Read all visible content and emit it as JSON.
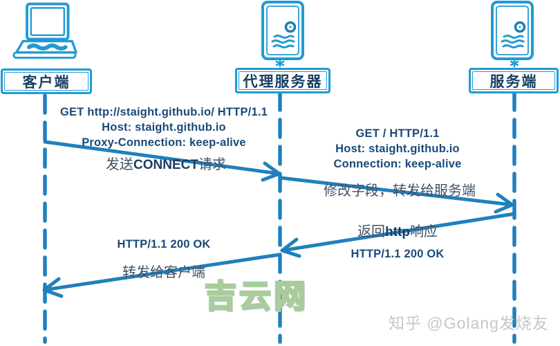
{
  "diagram": {
    "actors": [
      {
        "id": "client",
        "label": "客户端",
        "icon": "laptop-icon"
      },
      {
        "id": "proxy",
        "label": "代理服务器",
        "icon": "server-tower-icon"
      },
      {
        "id": "server",
        "label": "服务端",
        "icon": "server-tower-icon"
      }
    ],
    "messages": [
      {
        "from": "client",
        "to": "proxy",
        "http_lines": [
          "GET http://staight.github.io/ HTTP/1.1",
          "Host: staight.github.io",
          "Proxy-Connection: keep-alive"
        ],
        "label": {
          "prefix": "发送",
          "keyword": "CONNECT",
          "suffix": "请求"
        }
      },
      {
        "from": "proxy",
        "to": "server",
        "http_lines": [
          "GET / HTTP/1.1",
          "Host: staight.github.io",
          "Connection: keep-alive"
        ],
        "label": {
          "prefix": "修改字段，转发给服务端",
          "keyword": "",
          "suffix": ""
        }
      },
      {
        "from": "server",
        "to": "proxy",
        "label": {
          "prefix": "返回",
          "keyword": "http",
          "suffix": "响应"
        },
        "status_line": "HTTP/1.1 200 OK"
      },
      {
        "from": "proxy",
        "to": "client",
        "status_line": "HTTP/1.1 200 OK",
        "label": {
          "prefix": "转发给客户端",
          "keyword": "",
          "suffix": ""
        }
      }
    ],
    "watermark": "吉云网",
    "credit": "知乎 @Golang发烧友",
    "colors": {
      "arrow_blue": "#2080bd",
      "icon_blue": "#219ad4",
      "http_text_navy": "#1a4a78",
      "label_gray": "#3f5166",
      "watermark_green": "#a9cb9e",
      "credit_gray": "#c7c7c7"
    }
  }
}
